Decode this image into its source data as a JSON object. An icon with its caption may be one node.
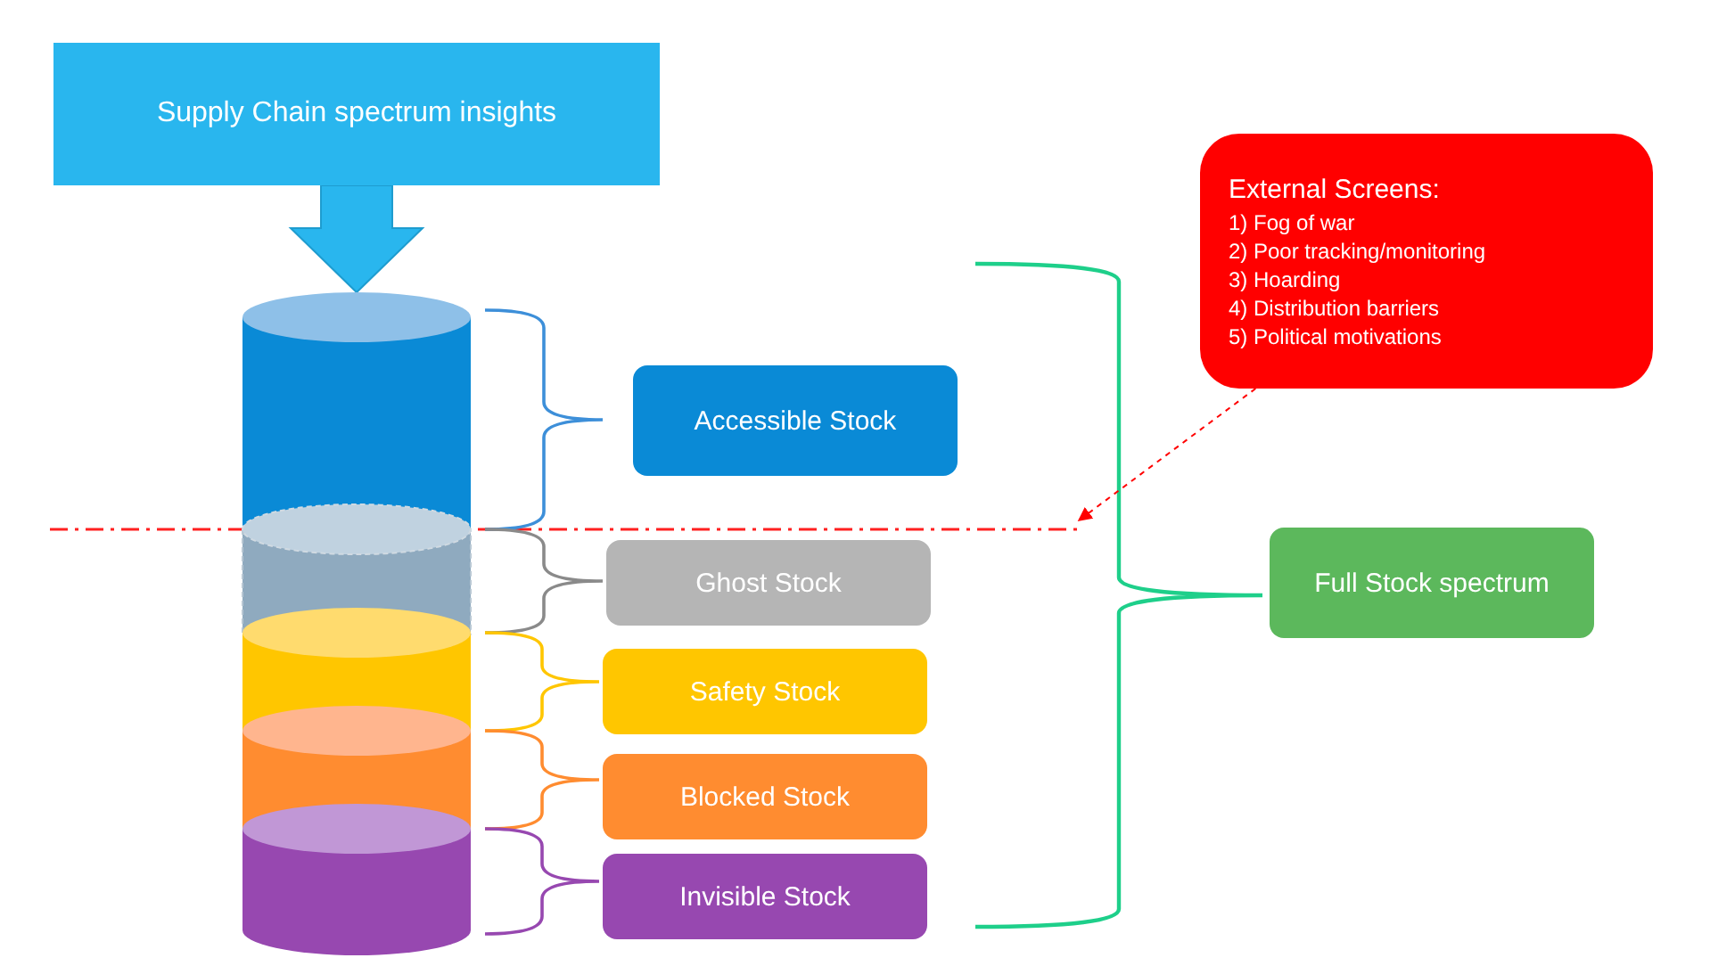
{
  "diagram": {
    "nodes": [
      {
        "text": [
          "Supply Chain spectrum insights"
        ]
      },
      {
        "text": [],
        "shape": "cylinder"
      },
      {
        "text": [],
        "shape": "cylinder"
      },
      {
        "text": [],
        "shape": "cylinder"
      },
      {
        "text": [],
        "shape": "cylinder"
      },
      {
        "text": [],
        "shape": "cylinder"
      },
      {
        "text": [
          "Accessible Stock"
        ]
      },
      {
        "text": [
          "Ghost Stock"
        ]
      },
      {
        "text": [
          "Safety Stock"
        ]
      },
      {
        "text": [
          "Blocked Stock"
        ]
      },
      {
        "text": [
          "Invisible Stock"
        ]
      },
      {
        "text": [
          "External Screens:",
          "1) Fog of war",
          "2) Poor tracking/monitoring",
          "3) Hoarding",
          "4) Distribution barriers",
          "5) Political motivations"
        ]
      },
      {
        "text": [
          "Full Stock spectrum"
        ]
      }
    ],
    "edges": [
      {
        "from": 0,
        "to": 1,
        "arrow": "to",
        "style": "thick"
      },
      {
        "from": 11,
        "to": null,
        "arrow": "to",
        "style": "dashed",
        "color": "#ff0000"
      }
    ]
  }
}
